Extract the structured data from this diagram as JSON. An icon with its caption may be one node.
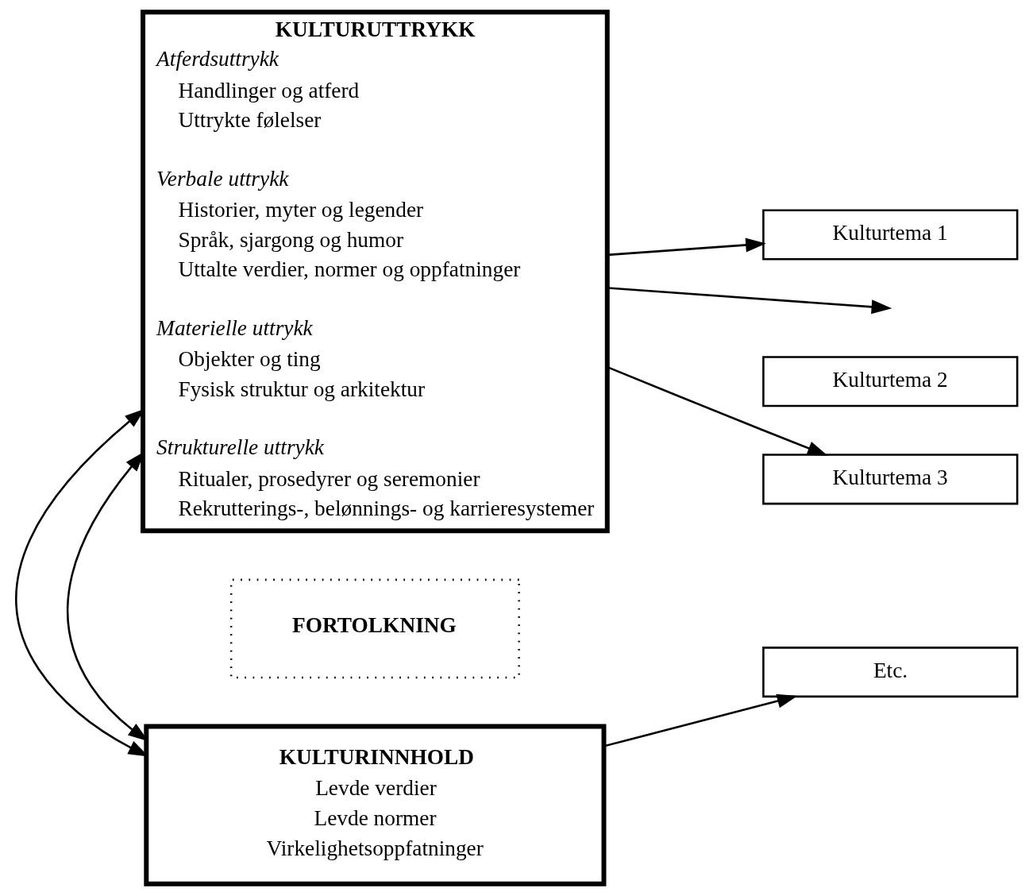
{
  "diagram": {
    "nodes": [
      {
        "text": [
          "KULTURUTTRYKK",
          "Atferdsuttrykk",
          "Handlinger og atferd",
          "Uttrykte følelser",
          "Verbale uttrykk",
          "Historier, myter og legender",
          "Språk, sjargong og humor",
          "Uttalte verdier, normer og oppfatninger",
          "Materielle uttrykk",
          "Objekter og ting",
          "Fysisk struktur og arkitektur",
          "Strukturelle uttrykk",
          "Ritualer, prosedyrer og seremonier",
          "Rekrutterings-, belønnings- og karrieresystemer"
        ]
      },
      {
        "text": [
          "Kulturtema 1"
        ]
      },
      {
        "text": [
          "Kulturtema 2"
        ]
      },
      {
        "text": [
          "Kulturtema 3"
        ]
      },
      {
        "text": [
          "Etc."
        ]
      },
      {
        "text": [
          "FORTOLKNING"
        ]
      },
      {
        "text": [
          "KULTURINNHOLD",
          "Levde verdier",
          "Levde normer",
          "Virkelighetsoppfatninger"
        ]
      }
    ],
    "edges": [
      {
        "from": 0,
        "to": 1,
        "arrow": "to"
      },
      {
        "from": 0,
        "to": null,
        "arrow": "to"
      },
      {
        "from": 0,
        "to": 3,
        "arrow": "to"
      },
      {
        "from": 6,
        "to": 4,
        "arrow": "to"
      },
      {
        "from": 0,
        "to": 6,
        "arrow": "both"
      },
      {
        "from": 0,
        "to": 6,
        "arrow": "both"
      }
    ]
  }
}
